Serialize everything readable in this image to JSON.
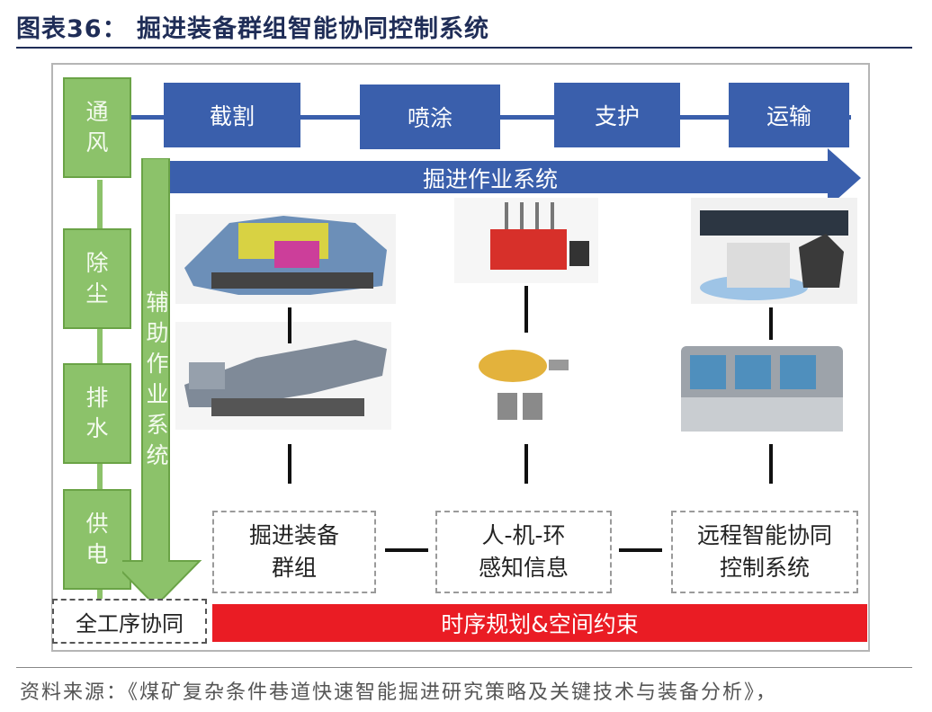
{
  "title": "图表36：  掘进装备群组智能协同控制系统",
  "left_column": [
    {
      "chars": [
        "通",
        "风"
      ]
    },
    {
      "chars": [
        "除",
        "尘"
      ]
    },
    {
      "chars": [
        "排",
        "水"
      ]
    },
    {
      "chars": [
        "供",
        "电"
      ]
    }
  ],
  "top_row": [
    "截割",
    "喷涂",
    "支护",
    "运输"
  ],
  "main_arrow": "掘进作业系统",
  "aux_arrow": [
    "辅",
    "助",
    "作",
    "业",
    "系",
    "统"
  ],
  "bottom_boxes": [
    {
      "line1": "掘进装备",
      "line2": "群组"
    },
    {
      "line1": "人-机-环",
      "line2": "感知信息"
    },
    {
      "line1": "远程智能协同",
      "line2": "控制系统"
    }
  ],
  "full_process": "全工序协同",
  "timing_bar": "时序规划&空间约束",
  "source": "资料来源：《煤矿复杂条件巷道快速智能掘进研究策略及关键技术与装备分析》，",
  "colors": {
    "green": "#8cc26a",
    "blue": "#3a5fac",
    "red": "#ea1c24",
    "title": "#1f2d57"
  },
  "images": [
    "roadheader-machine-image",
    "tunneling-equipment-group-image",
    "hydraulic-valve-image",
    "sensor-device-image",
    "motor-image",
    "remote-control-console-image",
    "control-cabin-image"
  ]
}
